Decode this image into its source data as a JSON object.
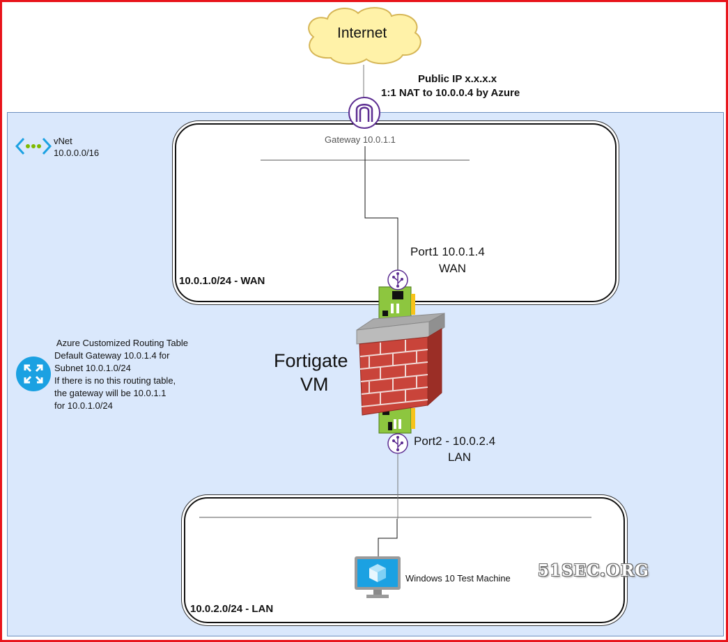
{
  "internet": {
    "label": "Internet"
  },
  "public_ip": {
    "line1": "Public IP x.x.x.x",
    "line2": "1:1 NAT to 10.0.0.4 by Azure"
  },
  "vnet": {
    "name": "vNet",
    "cidr": "10.0.0.0/16"
  },
  "wan_subnet": {
    "label": "10.0.1.0/24 - WAN",
    "gateway": "Gateway 10.0.1.1"
  },
  "lan_subnet": {
    "label": "10.0.2.0/24 - LAN"
  },
  "port1": {
    "line1": "Port1 10.0.1.4",
    "line2": "WAN"
  },
  "port2": {
    "line1": "Port2 - 10.0.2.4",
    "line2": "LAN"
  },
  "fortigate": {
    "line1": "Fortigate",
    "line2": "VM"
  },
  "routing_table": {
    "lines": [
      " Azure Customized Routing Table",
      "Default Gateway 10.0.1.4 for",
      "Subnet 10.0.1.0/24",
      "If there is no this routing table,",
      "the gateway will be 10.0.1.1",
      "for 10.0.1.0/24"
    ]
  },
  "test_machine": {
    "label": "Windows 10 Test Machine"
  },
  "watermark": "51SEC.ORG",
  "colors": {
    "frame": "#e8141b",
    "vnet_fill": "#dae8fc",
    "cloud_fill": "#fff2a8",
    "cloud_stroke": "#d6b656",
    "port_icon": "#5c2d91",
    "route_icon": "#1ba1e2",
    "brick": "#c0392b",
    "monitor": "#1ba1e2"
  }
}
